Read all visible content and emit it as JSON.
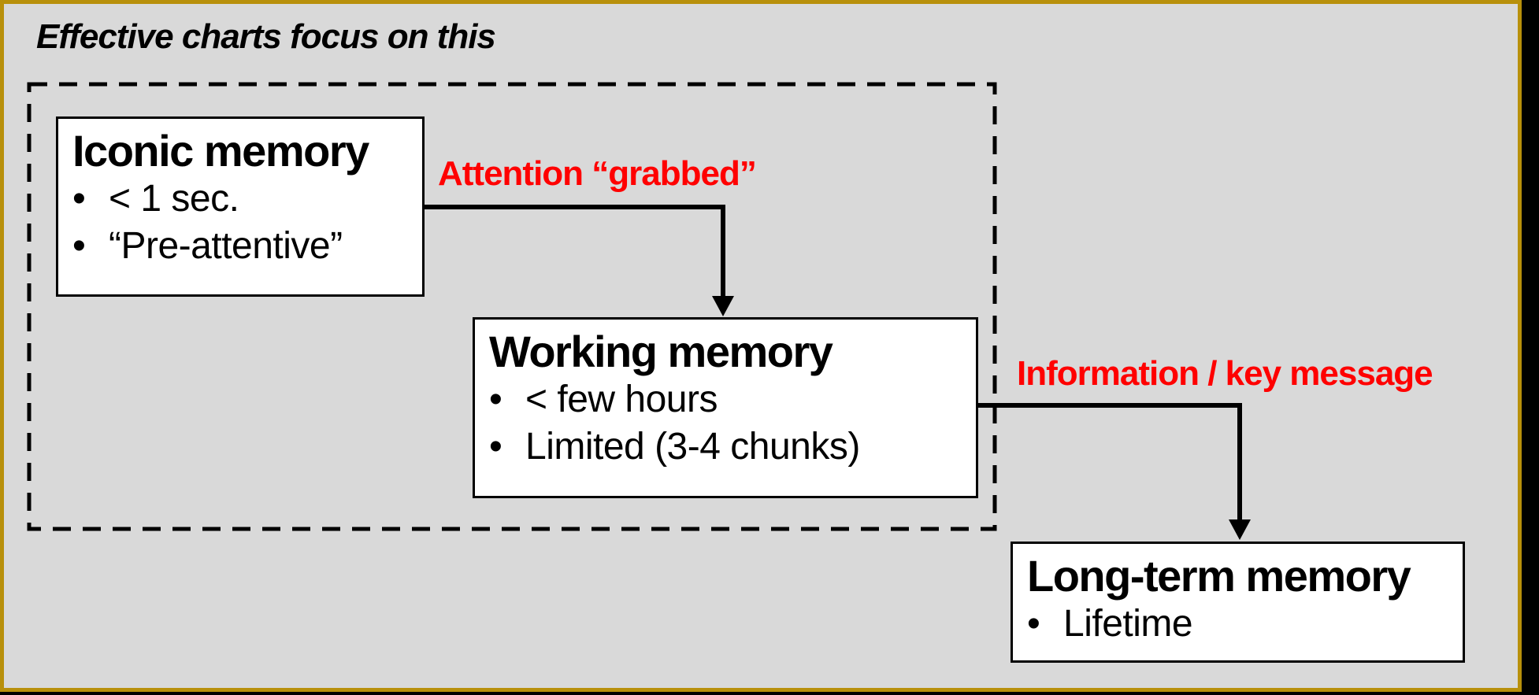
{
  "slide": {
    "title": "Effective charts focus on this",
    "background_color": "#D9D9D9",
    "frame_color": "#B8900B",
    "outer_color": "#000000"
  },
  "glyphs": {
    "bullet": "•"
  },
  "nodes": [
    {
      "title": "Iconic memory",
      "bullets": [
        "< 1 sec.",
        "“Pre-attentive”"
      ]
    },
    {
      "title": "Working memory",
      "bullets": [
        "< few hours",
        "Limited (3-4 chunks)"
      ]
    },
    {
      "title": "Long-term memory",
      "bullets": [
        "Lifetime"
      ]
    }
  ],
  "arrows": [
    {
      "label": "Attention “grabbed”",
      "label_color": "#FF0000"
    },
    {
      "label": "Information / key message",
      "label_color": "#FF0000"
    }
  ]
}
